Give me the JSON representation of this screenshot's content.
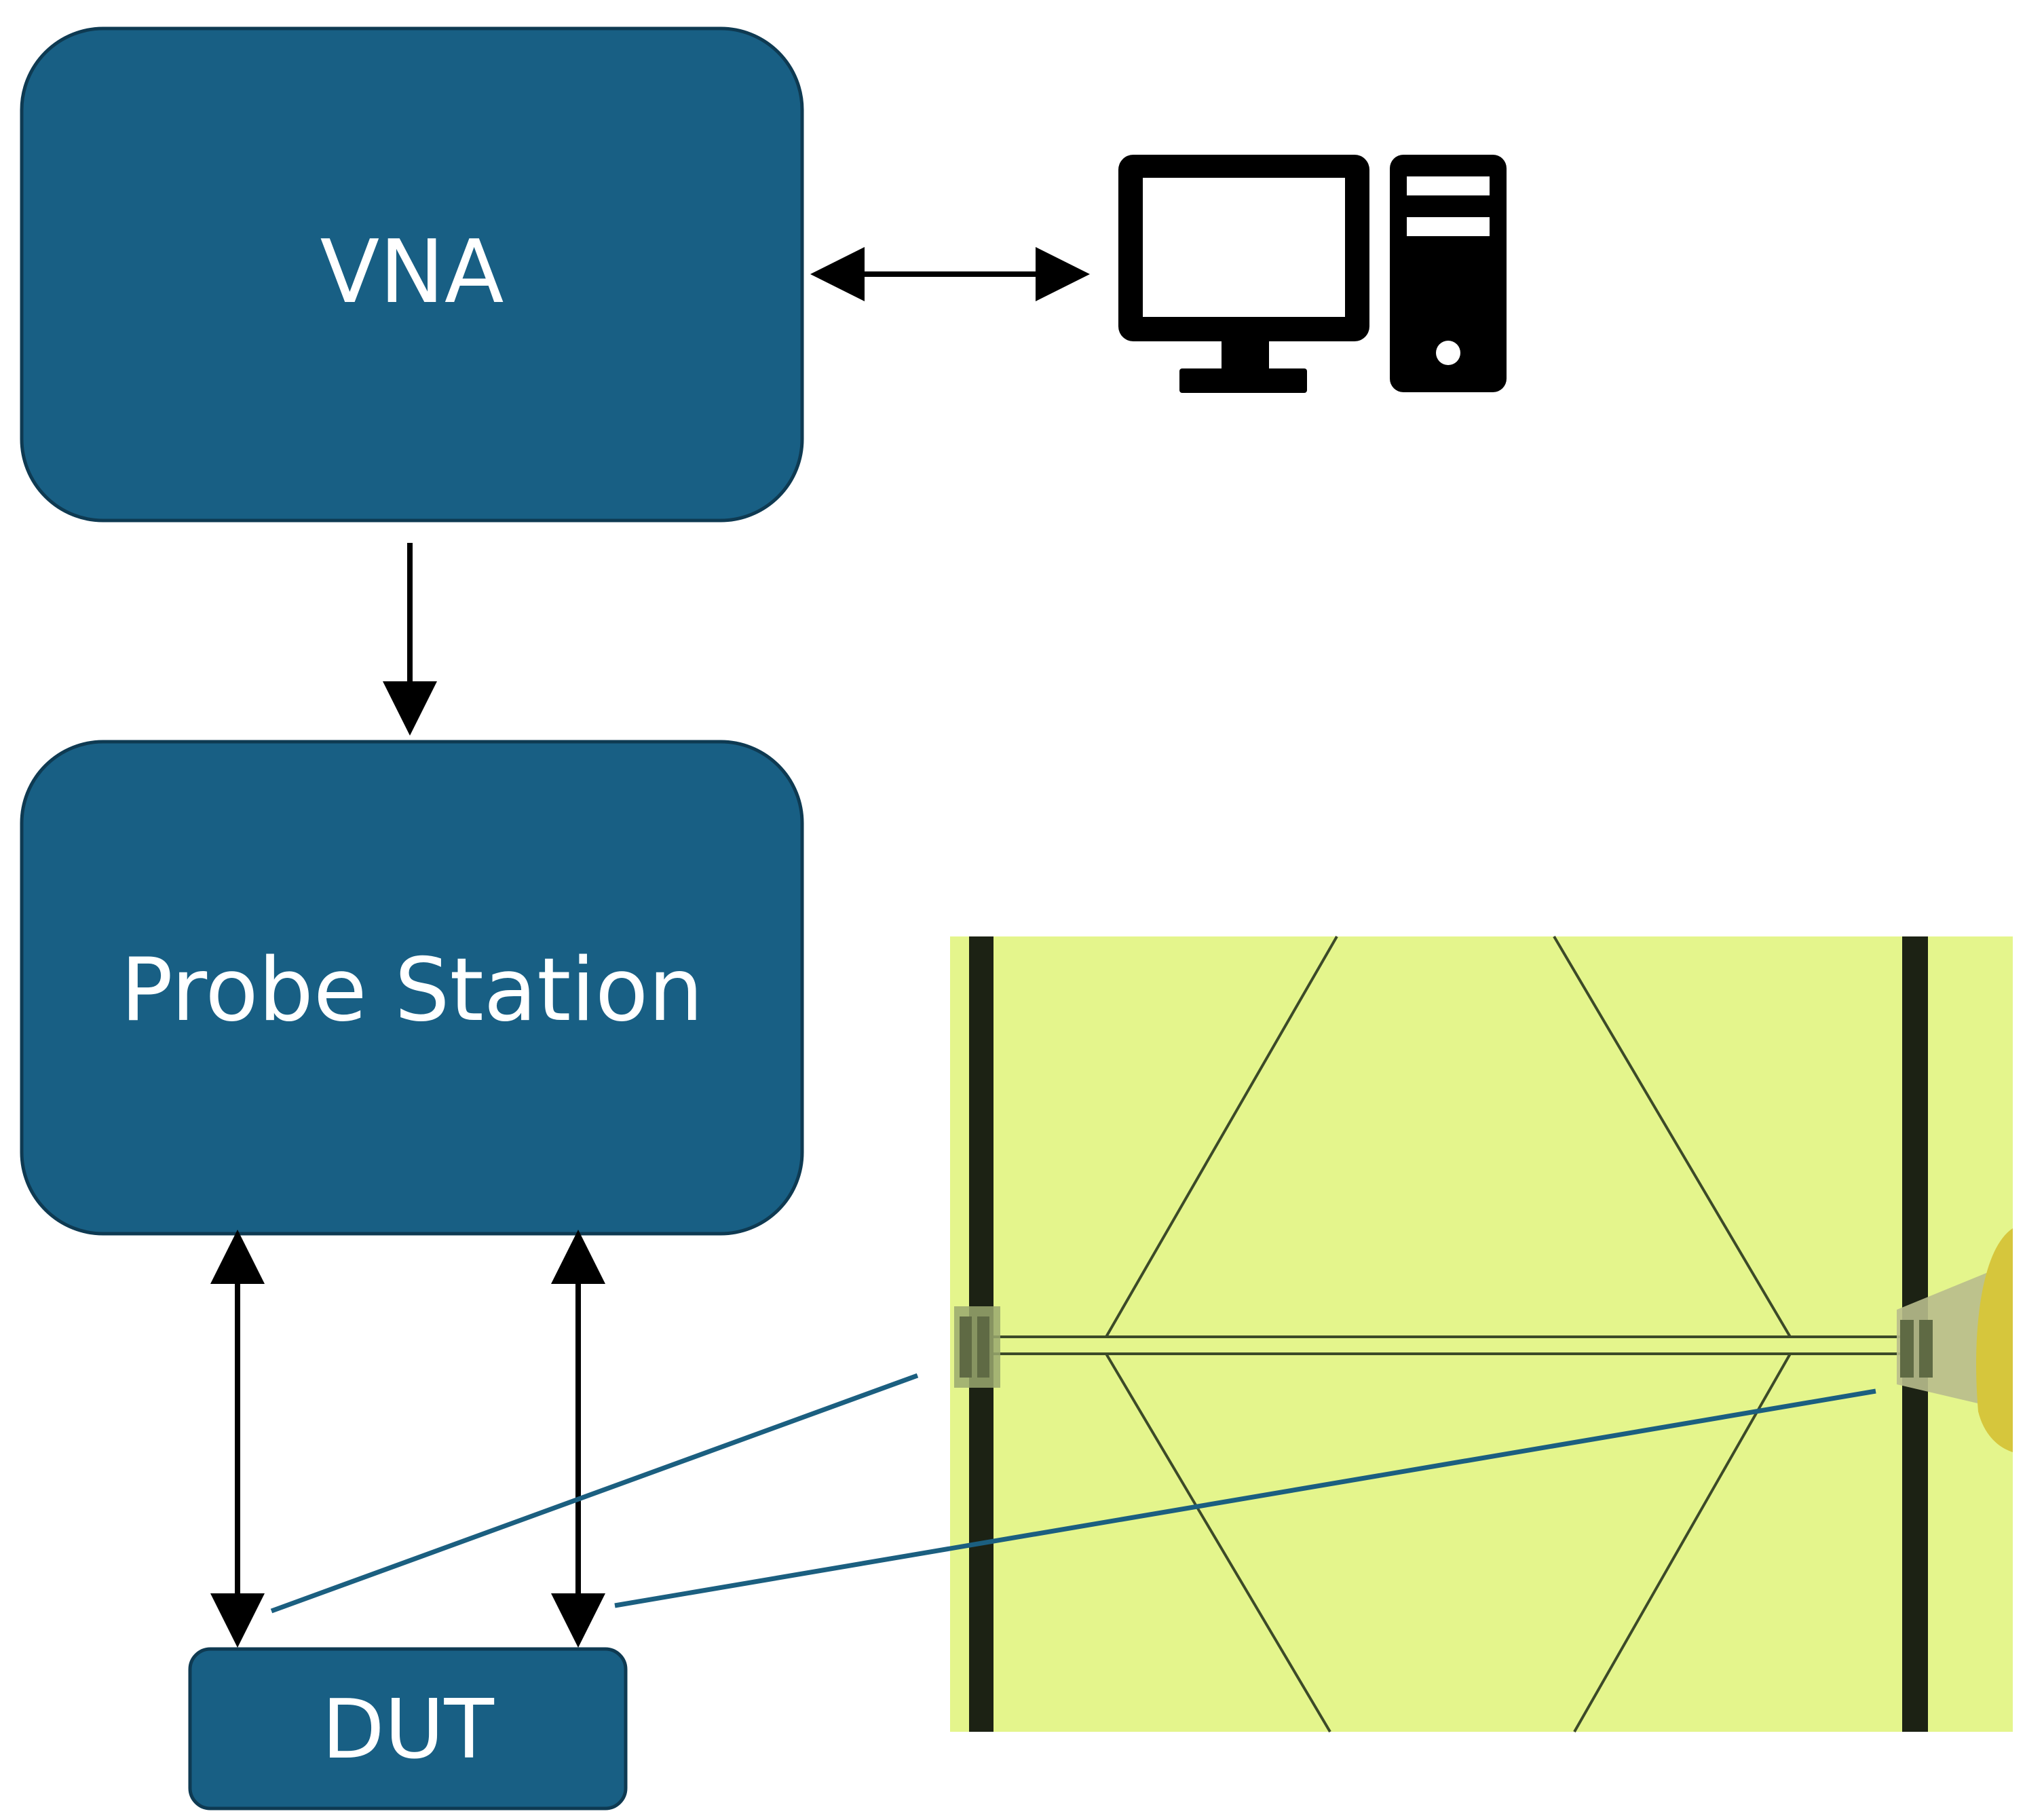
{
  "diagram": {
    "blocks": {
      "vna": {
        "label": "VNA"
      },
      "probe_station": {
        "label": "Probe Station"
      },
      "dut": {
        "label": "DUT"
      }
    },
    "icons": {
      "computer": "desktop-computer-icon"
    },
    "connections": [
      {
        "from": "vna",
        "to": "computer",
        "direction": "bidirectional"
      },
      {
        "from": "vna",
        "to": "probe_station",
        "direction": "one-way"
      },
      {
        "from": "probe_station",
        "to": "dut",
        "direction": "bidirectional",
        "count": 2
      },
      {
        "from": "dut",
        "to": "micrograph",
        "type": "callout"
      }
    ],
    "colors": {
      "block_fill": "#185f84",
      "block_border": "#0e3a52",
      "block_text": "#ffffff",
      "arrow": "#000000",
      "callout_line": "#1b5f80",
      "photo_background": "#e4f58c",
      "photo_lines": "#3c4a28",
      "probe_tip": "#d6c63c"
    }
  }
}
